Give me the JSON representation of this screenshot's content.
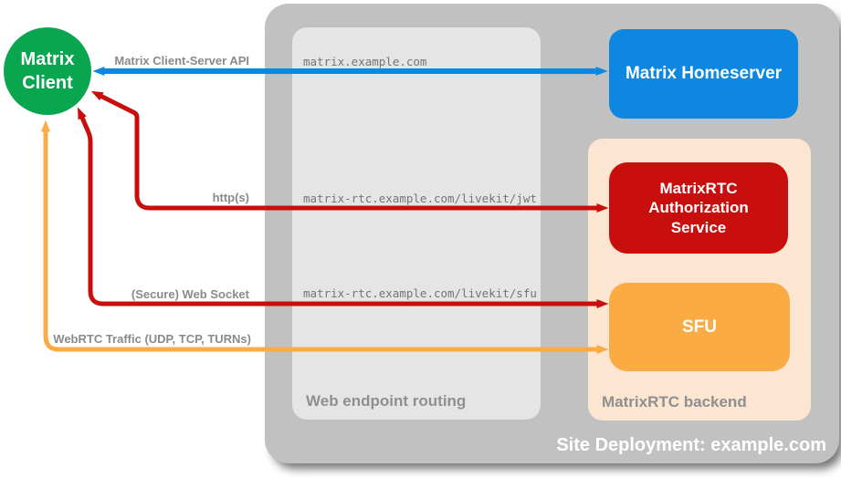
{
  "colors": {
    "canvas_bg": "#ffffff",
    "container": "#c1c1c1",
    "routing_panel": "#e5e5e5",
    "backend_panel": "#fce6d2",
    "green": "#0aa64f",
    "blue": "#0d87e0",
    "red": "#c90e0e",
    "orange": "#fbab43",
    "label_gray": "#8a8a8a",
    "panel_label_gray": "#8f8f8f",
    "endpoint_text": "#757575"
  },
  "site": {
    "title": "Site Deployment: example.com"
  },
  "client": {
    "label": "Matrix Client"
  },
  "homeserver": {
    "label": "Matrix Homeserver"
  },
  "routing": {
    "label": "Web endpoint routing",
    "endpoints": [
      "matrix.example.com",
      "matrix-rtc.example.com/livekit/jwt",
      "matrix-rtc.example.com/livekit/sfu"
    ]
  },
  "backend": {
    "label": "MatrixRTC backend",
    "auth_service_label": "MatrixRTC Authorization Service",
    "sfu_label": "SFU"
  },
  "arrows": {
    "client_server_api": {
      "label": "Matrix Client-Server API",
      "color": "#0d87e0"
    },
    "http": {
      "label": "http(s)",
      "color": "#c90e0e"
    },
    "websocket": {
      "label": "(Secure) Web Socket",
      "color": "#c90e0e"
    },
    "webrtc": {
      "label": "WebRTC Traffic (UDP, TCP, TURNs)",
      "color": "#fbab43"
    }
  }
}
